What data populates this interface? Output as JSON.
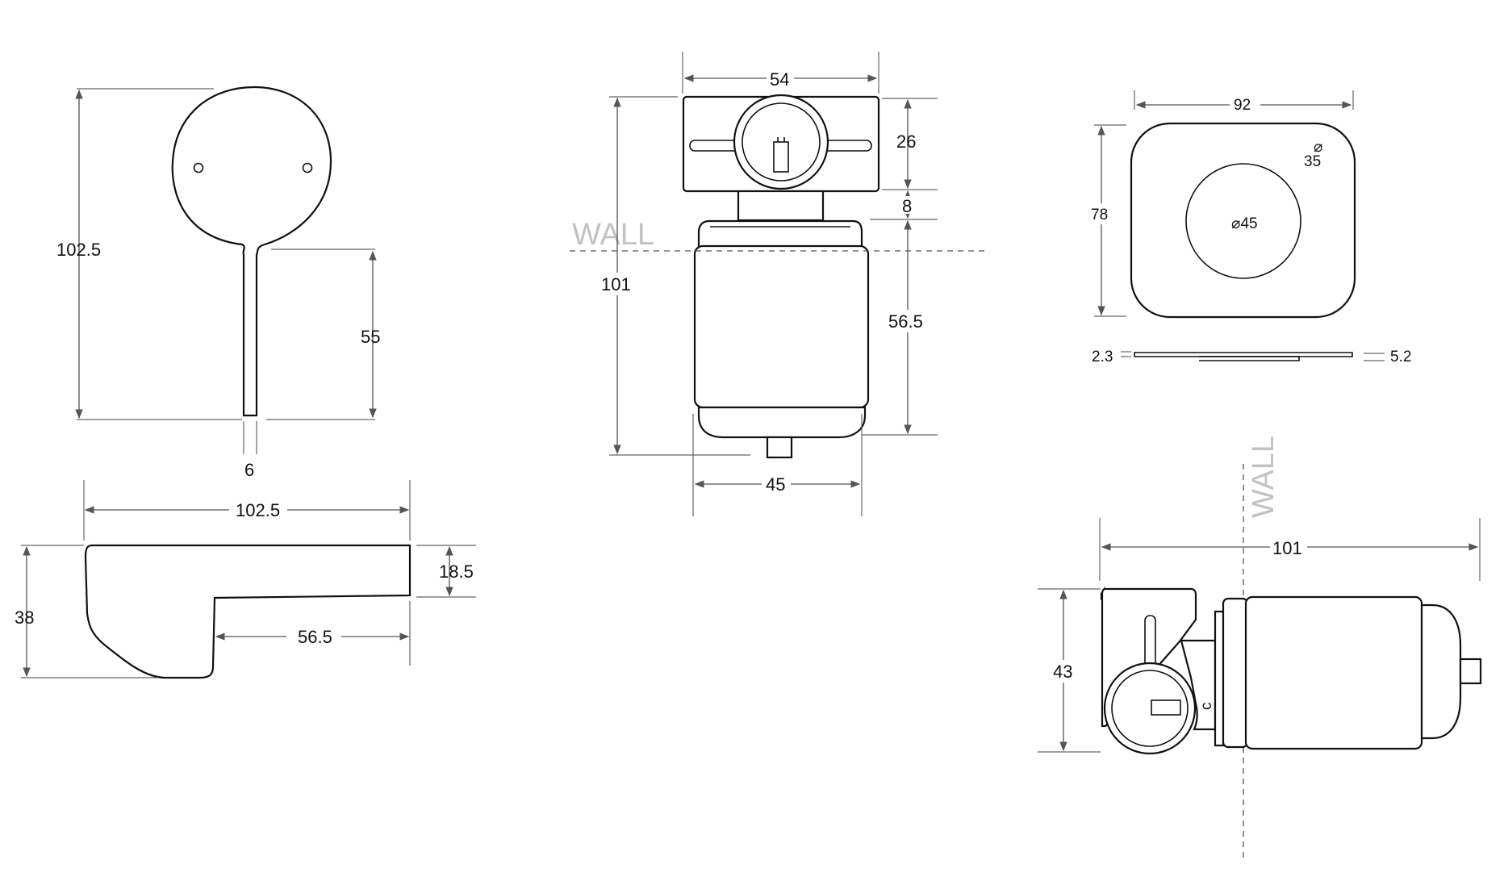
{
  "view_front_handle": {
    "height_label": "102.5",
    "lever_length_label": "55",
    "lever_width_label": "6"
  },
  "view_side_handle": {
    "length_label": "102.5",
    "height_label": "38",
    "top_thickness_label": "18.5",
    "lever_length_label": "56.5"
  },
  "view_body_front": {
    "width_label": "54",
    "top_block_label": "26",
    "gap_label": "8",
    "total_height_label": "101",
    "cartridge_height_label": "56.5",
    "bottom_width_label": "45",
    "wall_label": "WALL"
  },
  "view_plate": {
    "width_label": "92",
    "height_label": "78",
    "hole_label": "⌀45",
    "hole_small_label": "35",
    "hole_small_symbol": "⌀",
    "left_thickness_label": "2.3",
    "right_thickness_label": "5.2"
  },
  "view_body_side": {
    "depth_label": "101",
    "height_label": "43",
    "wall_label": "WALL",
    "c_mark": "c"
  }
}
